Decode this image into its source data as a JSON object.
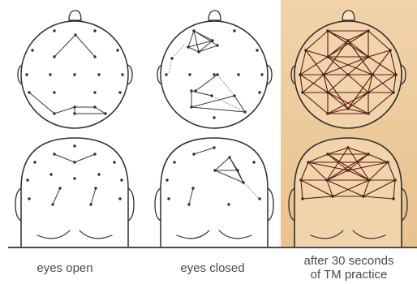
{
  "captions": {
    "eyes_open": "eyes open",
    "eyes_closed": "eyes closed",
    "tm_line1": "after 30 seconds",
    "tm_line2": "of TM practice"
  },
  "conditions": [
    {
      "id": "eyes-open",
      "coherence_level": "low"
    },
    {
      "id": "eyes-closed",
      "coherence_level": "low"
    },
    {
      "id": "tm-practice",
      "coherence_level": "high",
      "highlighted": true
    }
  ],
  "views": [
    "top",
    "back"
  ],
  "colors": {
    "highlight_panel": "#ecc996",
    "head_outline": "#2f2f2f",
    "connection_light": "#3a3a3a",
    "connection_tm": "#5a1712",
    "baseline": "#4a4a4a",
    "text": "#4a4a4a"
  }
}
